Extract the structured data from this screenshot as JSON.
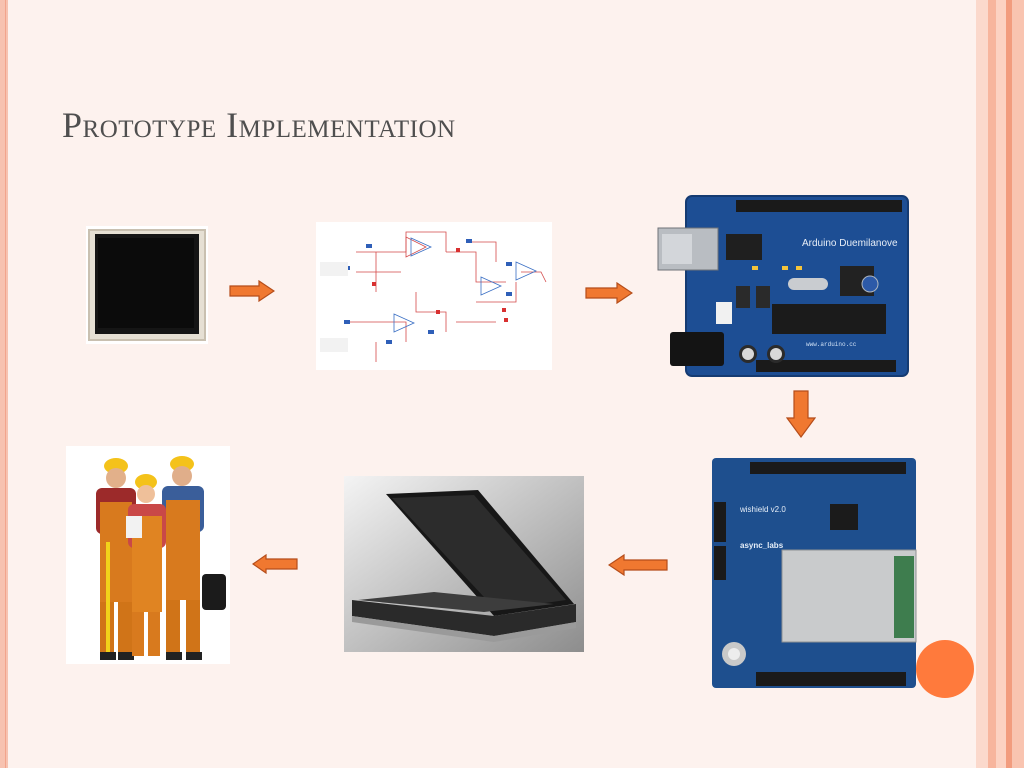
{
  "slide": {
    "title": "Prototype Implementation"
  },
  "images": [
    {
      "id": "sensor",
      "alt_icon": "sensor-patch-icon"
    },
    {
      "id": "schematic",
      "alt_icon": "circuit-schematic-icon"
    },
    {
      "id": "arduino",
      "alt_icon": "arduino-board-icon",
      "label_text": "Arduino Duemilanove",
      "url_text": "www.arduino.cc"
    },
    {
      "id": "wishield",
      "alt_icon": "wifi-shield-icon",
      "label_text": "wishield v2.0",
      "brand_text": "async_labs"
    },
    {
      "id": "laptop",
      "alt_icon": "laptop-icon"
    },
    {
      "id": "workers",
      "alt_icon": "workers-icon"
    }
  ],
  "colors": {
    "background": "#fdf2ee",
    "title": "#4f4f4f",
    "arrow_fill": "#f07830",
    "arrow_stroke": "#b54d1a",
    "accent_circle": "#ff7a3c",
    "stripe_light": "#fcd6c8",
    "stripe_mid": "#f7b8a0",
    "stripe_dark": "#f29a7c",
    "board_blue": "#1d4e94"
  }
}
